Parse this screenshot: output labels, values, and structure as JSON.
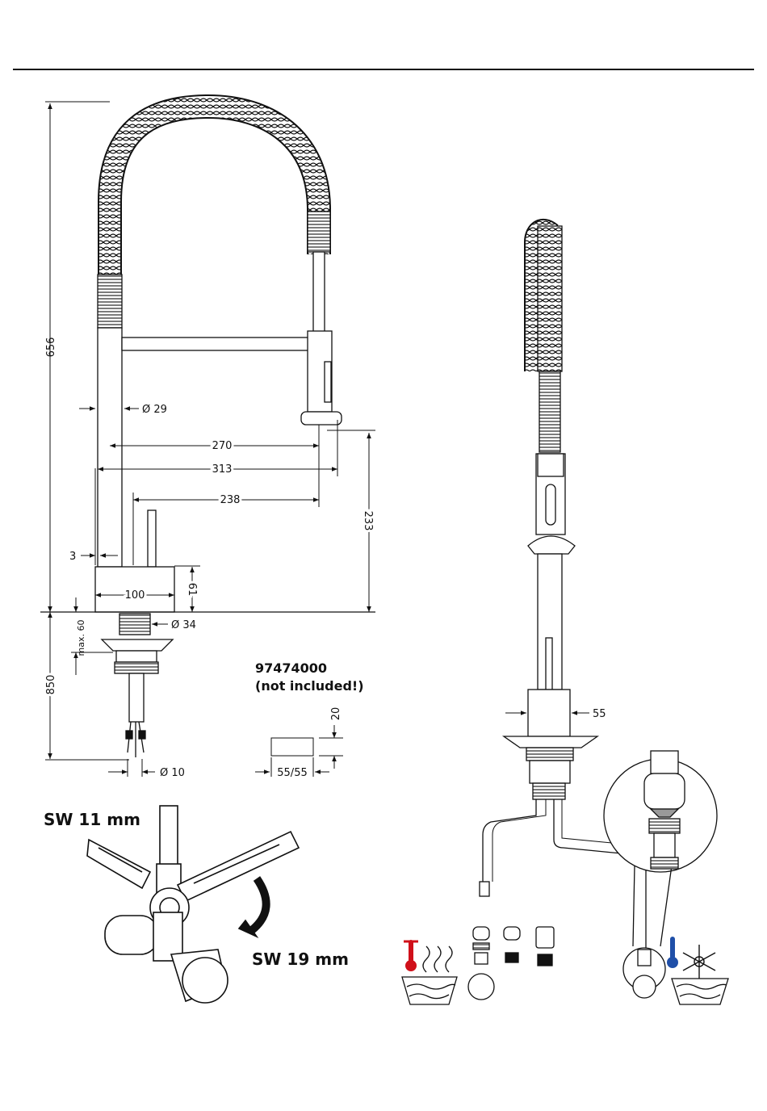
{
  "dimensions": {
    "height_total": "656",
    "diameter_hose": "Ø 29",
    "reach_spout": "270",
    "reach_total": "313",
    "reach_inner": "238",
    "height_spray": "233",
    "wall_offset": "3",
    "base_width": "100",
    "base_height": "61",
    "max_thickness": "max. 60",
    "diameter_shank": "Ø 34",
    "below_counter": "850",
    "diameter_supply": "Ø 10",
    "body_width": "55"
  },
  "accessory": {
    "part_number": "97474000",
    "note": "(not included!)",
    "height": "20",
    "size": "55/55"
  },
  "installation": {
    "wrench_small": "SW 11 mm",
    "wrench_large": "SW 19 mm"
  },
  "colors": {
    "line": "#111111",
    "hot": "#d0101a",
    "cold": "#1f4fa8",
    "arrow_fill": "#9a9a9a"
  }
}
